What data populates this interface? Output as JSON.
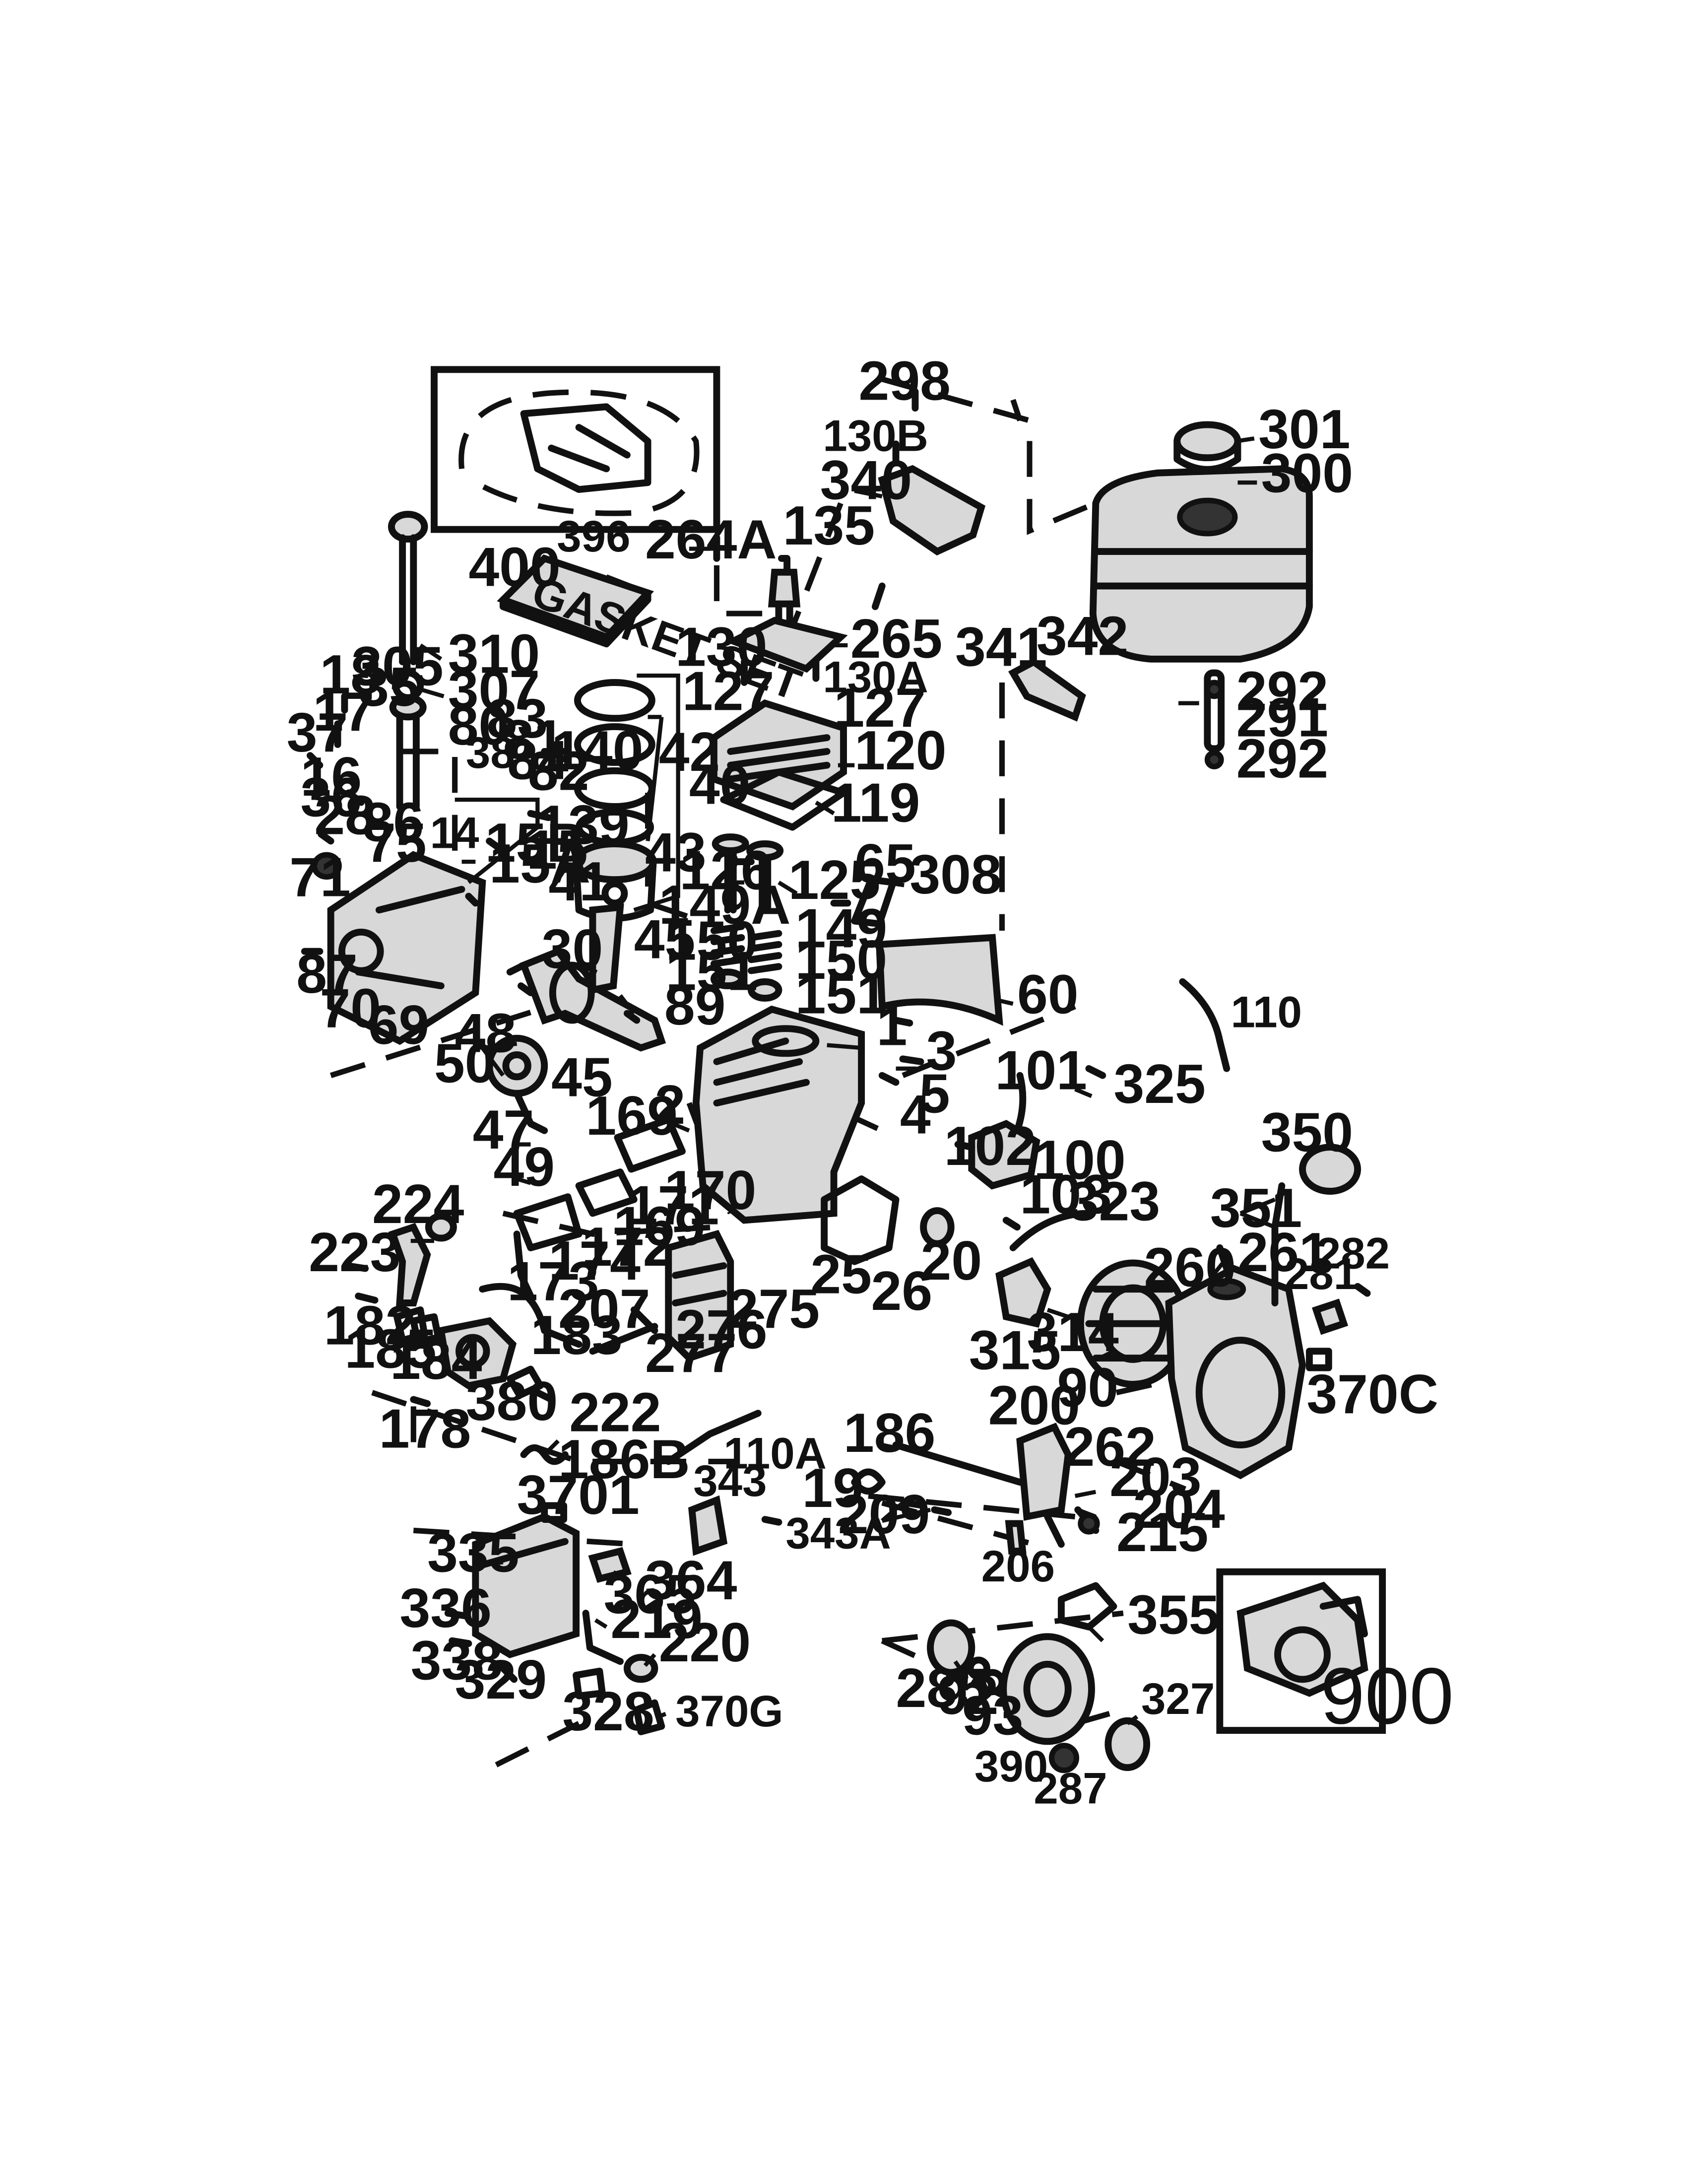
{
  "labels": {
    "l298": "298",
    "l130B": "130B",
    "l340": "340",
    "l301": "301",
    "l300": "300",
    "l264A": "264A",
    "l135": "135",
    "l265": "265",
    "l396": "396",
    "l400": "400",
    "l400_box": "GASKET SET",
    "l310": "310",
    "l307": "307",
    "l305": "305",
    "l130": "130",
    "l130A": "130A",
    "l341": "341",
    "l342": "342",
    "l292a": "292",
    "l291": "291",
    "l292b": "292",
    "l127a": "127",
    "l127b": "127",
    "l120": "120",
    "l119": "119",
    "l42": "42",
    "l40": "40",
    "l18": "18",
    "l35": "35",
    "l17": "17",
    "l37": "37",
    "l80": "80",
    "l83": "83",
    "l81": "81",
    "l84": "84",
    "l140": "140",
    "l82": "82",
    "l38": "38",
    "l139": "139",
    "l16": "16",
    "l36": "36",
    "l28": "28",
    "l86": "86",
    "l14": "14",
    "l15B": "15B",
    "l15": "15",
    "l15A": "15A",
    "l75": "75",
    "l71": "71",
    "l43": "43",
    "l41": "41",
    "l126": "126",
    "l125": "125",
    "l65": "65",
    "l308": "308",
    "l149A": "149A",
    "l149": "149",
    "l150a": "150",
    "l150b": "150",
    "l151a": "151",
    "l151b": "151",
    "l60": "60",
    "l87": "87",
    "l30": "30",
    "l45a": "45",
    "l70": "70",
    "l69": "69",
    "l48": "48",
    "l89": "89",
    "l110": "110",
    "l1": "1",
    "l50": "50",
    "l45b": "45",
    "l3": "3",
    "l325": "325",
    "l101": "101",
    "l5": "5",
    "l47": "47",
    "l169a": "169",
    "l2": "2",
    "l4": "4",
    "l49": "49",
    "l102": "102",
    "l100": "100",
    "l350": "350",
    "l103": "103",
    "l171": "171",
    "l170": "170",
    "l224": "224",
    "l172": "172",
    "l169b": "169",
    "l323": "323",
    "l351": "351",
    "l223": "223",
    "l174": "174",
    "l25": "25",
    "l26": "26",
    "l20": "20",
    "l261": "261",
    "l282": "282",
    "l173": "173",
    "l281": "281",
    "l260": "260",
    "l207": "207",
    "l275": "275",
    "l182": "182",
    "l276": "276",
    "l315": "315",
    "l314": "314",
    "l185": "185",
    "l184": "184",
    "l183": "183",
    "l277": "277",
    "l90": "90",
    "l370C": "370C",
    "l380": "380",
    "l222": "222",
    "l178": "178",
    "l200": "200",
    "l186": "186",
    "l262": "262",
    "l186B": "186B",
    "l110A": "110A",
    "l19": "19",
    "l203": "203",
    "l209": "209",
    "l204": "204",
    "l3701": "3701",
    "l343": "343",
    "l343A": "343A",
    "l215": "215",
    "l335": "335",
    "l364": "364",
    "l206": "206",
    "l365": "365",
    "l355": "355",
    "l336": "336",
    "l219": "219",
    "l338": "338",
    "l220": "220",
    "l329": "329",
    "l285": "285",
    "l92": "92",
    "l93": "93",
    "l327": "327",
    "l900": "900",
    "l328": "328",
    "l370G": "370G",
    "l390": "390",
    "l287": "287"
  }
}
